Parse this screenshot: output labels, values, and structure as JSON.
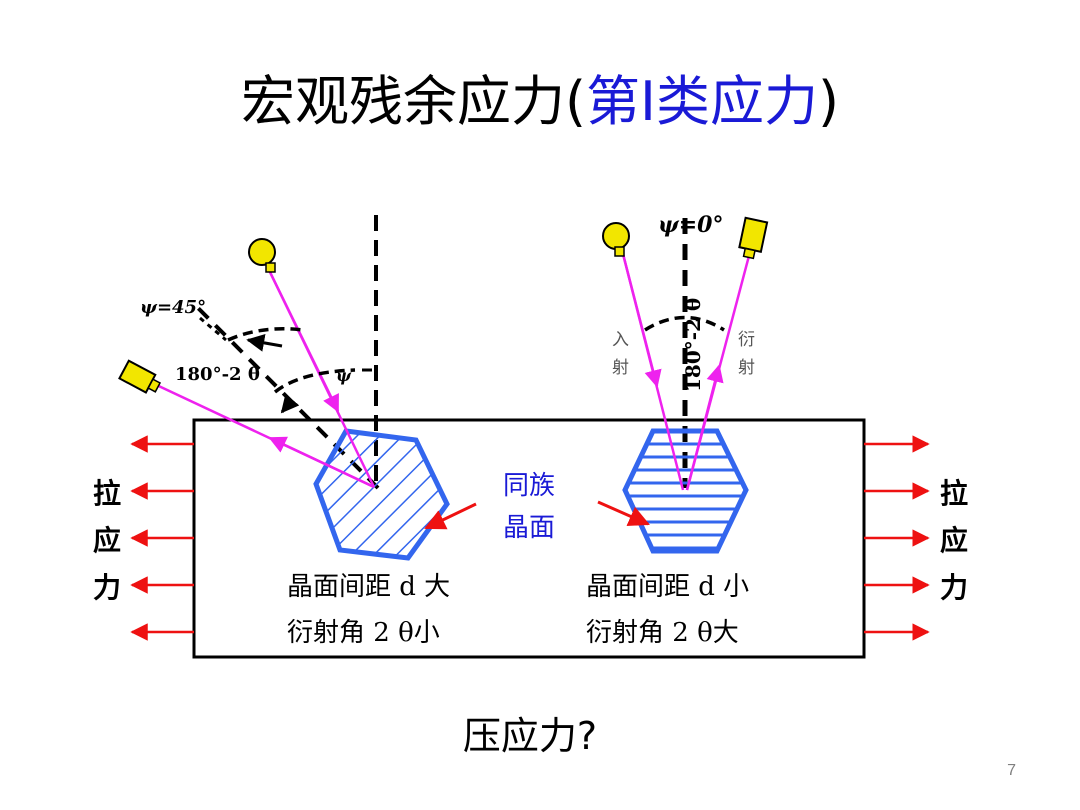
{
  "slide": {
    "title_main": "宏观残余应力(",
    "title_blue": "第I类应力",
    "title_close": ")",
    "subtitle": "压应力?",
    "page_number": "7"
  },
  "diagram": {
    "psi45_label": "ψ=45°",
    "psi0_label": "ψ=0°",
    "angle_left_label": "180°-2 θ",
    "psi_small_label": "ψ",
    "angle_right_label": "180°-2 θ",
    "incident_label": [
      "入",
      "射"
    ],
    "diffracted_label": [
      "衍",
      "射"
    ],
    "same_family": [
      "同族",
      "晶面"
    ],
    "left_tension": [
      "拉",
      "应",
      "力"
    ],
    "right_tension": [
      "拉",
      "应",
      "力"
    ],
    "left_caption": [
      "晶面间距 d 大",
      "衍射角 2 θ小"
    ],
    "right_caption": [
      "晶面间距 d 小",
      "衍射角 2 θ大"
    ],
    "colors": {
      "beam": "#ee22ee",
      "crystal": "#3366ee",
      "arrow": "#ee1111",
      "bulb": "#f2e600",
      "label_blue": "#1a1ad6"
    }
  }
}
